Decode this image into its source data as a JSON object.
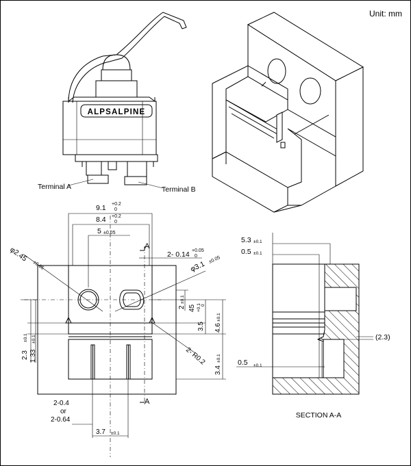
{
  "unit_label": "Unit: mm",
  "brand": "ALPSALPINE",
  "terminal_a": "Terminal A",
  "terminal_b": "Terminal B",
  "section_label": "SECTION A-A",
  "section_mark": "A",
  "dims": {
    "w91": "9.1",
    "w91_tol_up": "+0.2",
    "w91_tol_dn": "0",
    "w84": "8.4",
    "w84_tol_up": "+0.2",
    "w84_tol_dn": "0",
    "w5": "5",
    "w5_tol": "±0.05",
    "hole_small": "2- 0.14",
    "hole_small_tol_up": "+0.05",
    "hole_small_tol_dn": "0",
    "d245": "φ2.45",
    "d245_tol": "±0.05",
    "d31": "φ3.1",
    "d31_tol": "±0.05",
    "h2": "2",
    "h2_tol": "±0.1",
    "h45": "45",
    "h45_tol_up": "+0.1",
    "h45_tol_dn": "0",
    "h35": "3.5",
    "h46": "4.6",
    "h46_tol": "±0.1",
    "r02": "2- R0.2",
    "h34": "3.4",
    "h34_tol": "±0.1",
    "h23": "2.3",
    "h23_tol": "±0.1",
    "h133": "1.33",
    "t04": "2-0.4",
    "or": "or",
    "t064": "2-0.64",
    "w37": "3.7",
    "w37_tol": "±0.1",
    "s53": "5.3",
    "s53_tol": "±0.1",
    "s05a": "0.5",
    "s05a_tol": "±0.1",
    "s23": "(2.3)",
    "s05b": "0.5",
    "s05b_tol": "±0.1"
  }
}
